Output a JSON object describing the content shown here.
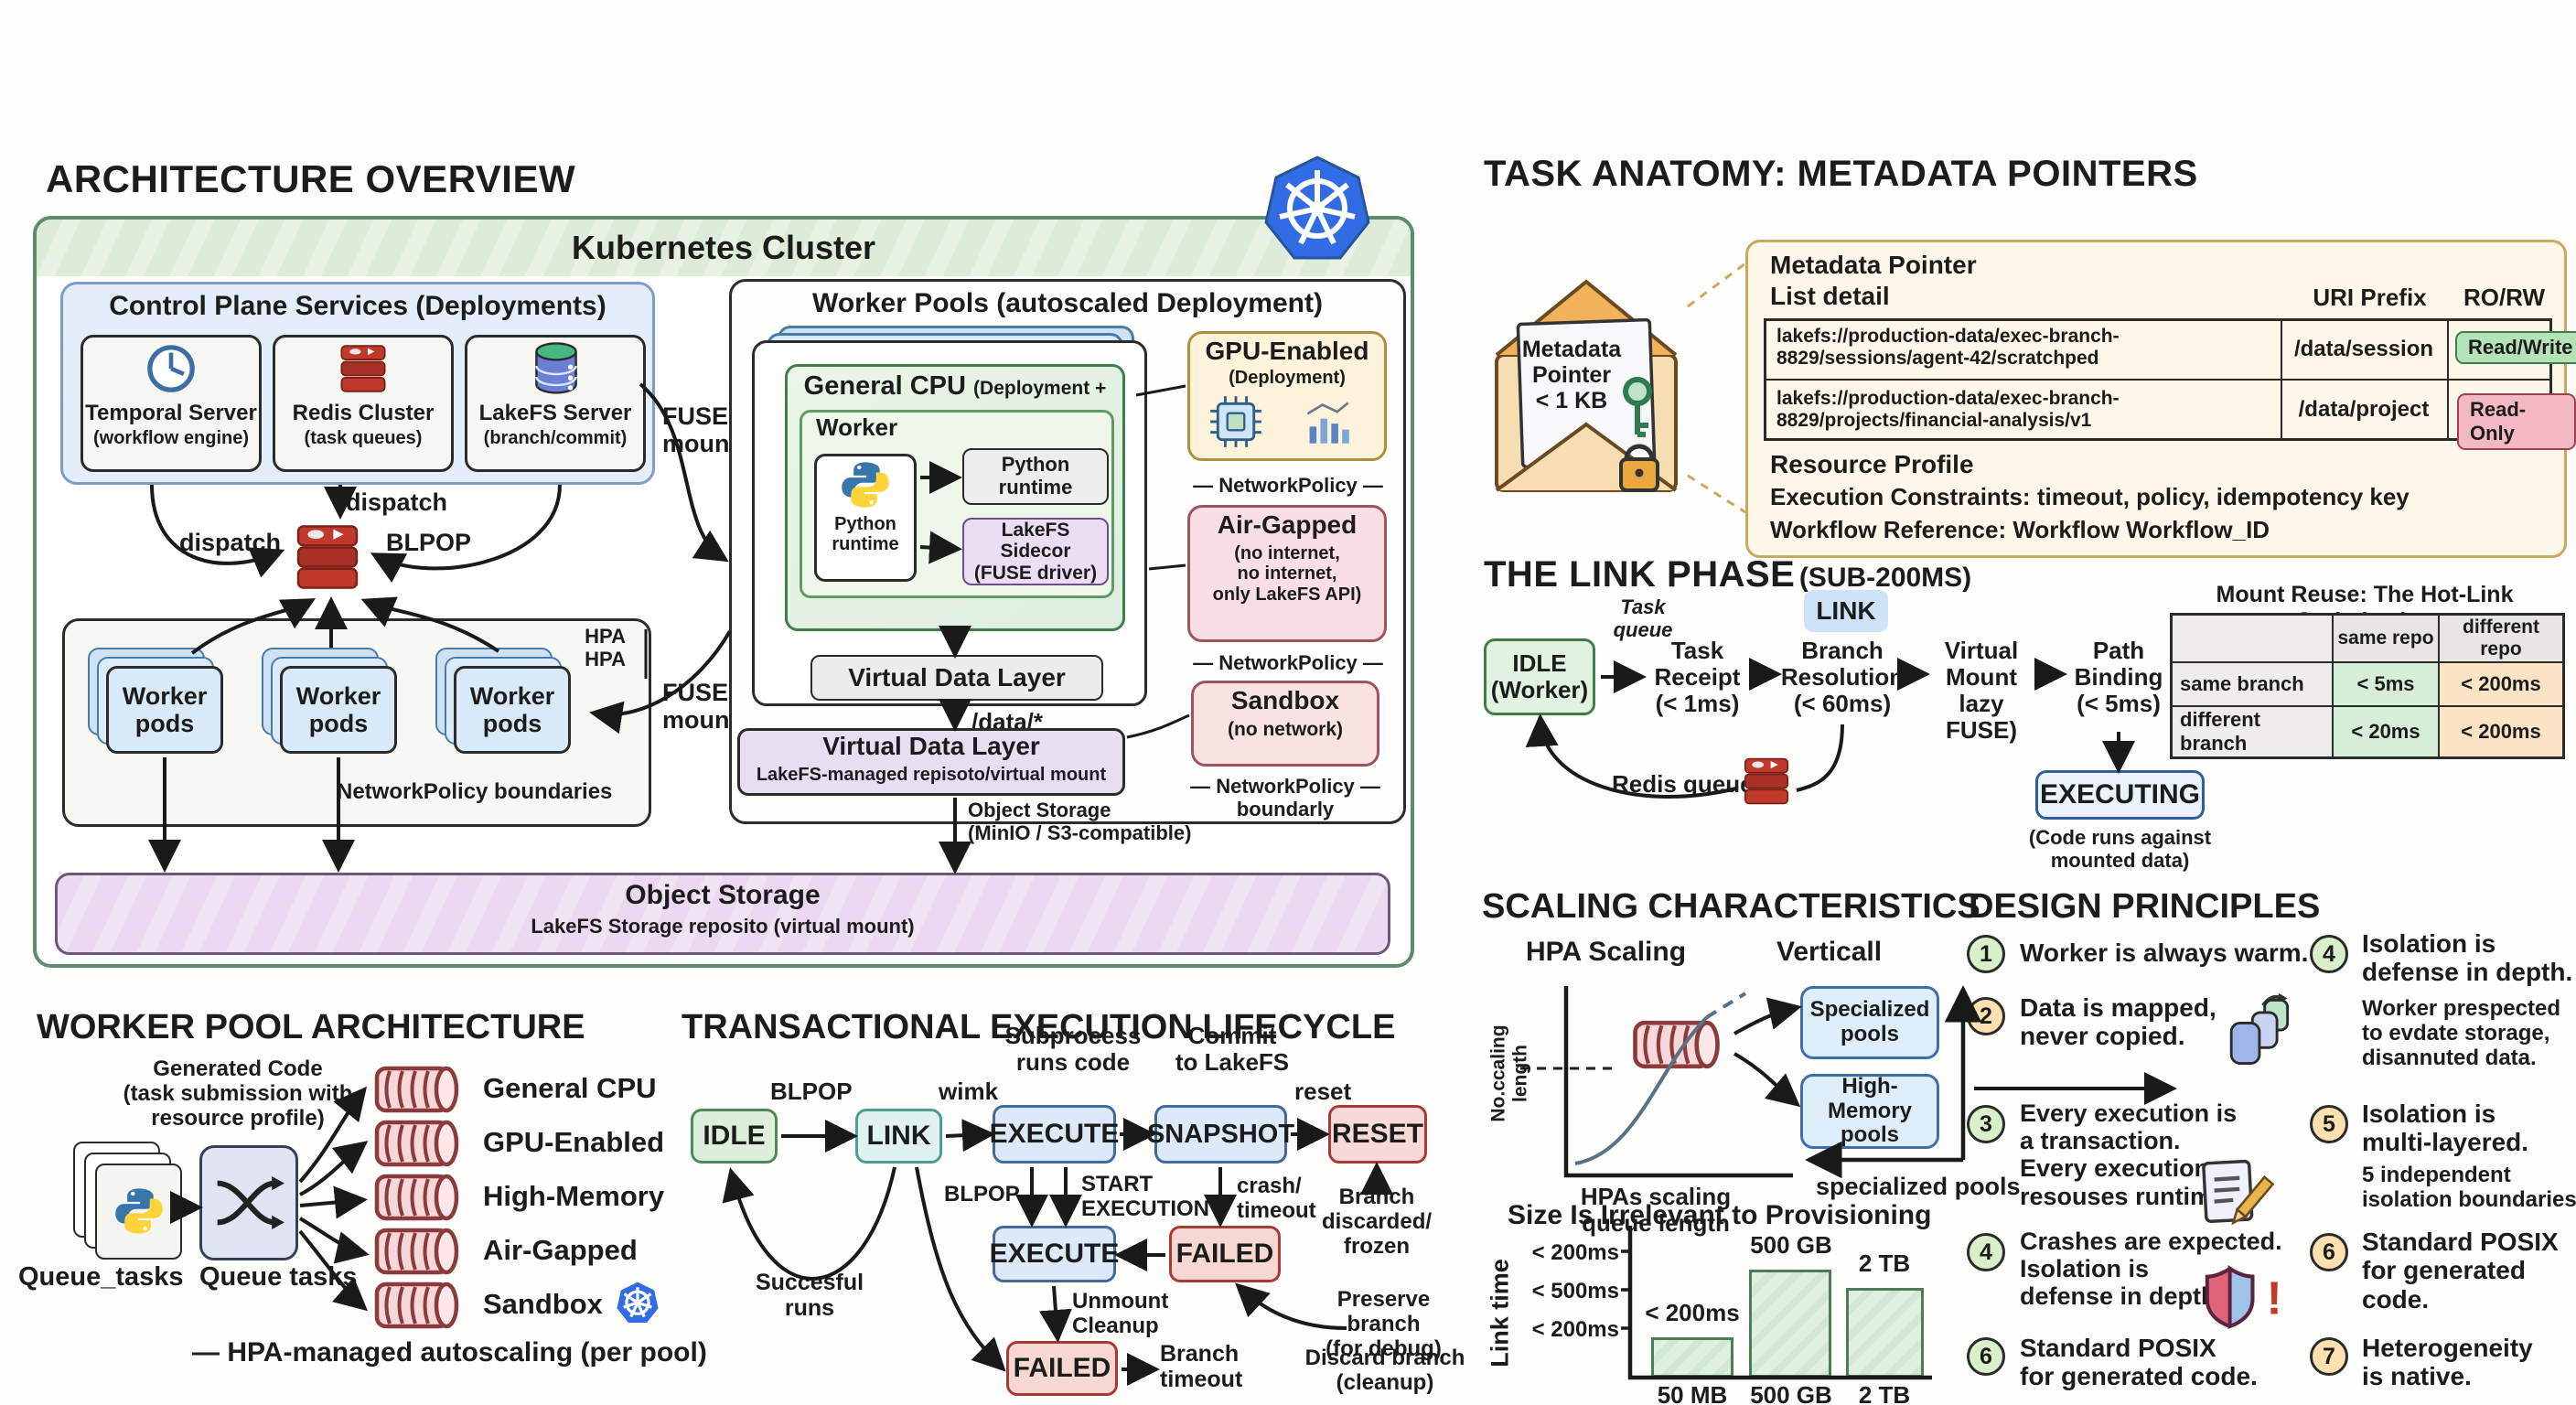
{
  "arch": {
    "title": "ARCHITECTURE OVERVIEW",
    "cluster_title": "Kubernetes Cluster",
    "control_plane": {
      "title": "Control Plane Services (Deployments)",
      "cards": [
        {
          "name": "Temporal Server",
          "sub": "(workflow engine)"
        },
        {
          "name": "Redis Cluster",
          "sub": "(task queues)"
        },
        {
          "name": "LakeFS Server",
          "sub": "(branch/commit)"
        }
      ]
    },
    "dispatch_top": "dispatch",
    "dispatch_left": "dispatch",
    "blpop": "BLPOP",
    "fuse_top": "FUSE\nmount",
    "fuse_bottom": "FUSE\nmount",
    "pods_group": {
      "hpa": "HPA\nHPA",
      "pods": [
        "Worker\npods",
        "Worker\npods",
        "Worker\npods"
      ],
      "boundary": "NetworkPolicy boundaries"
    },
    "pools": {
      "title": "Worker Pools (autoscaled Deployment)",
      "general_cpu_title": "General CPU",
      "general_cpu_sub": "(Deployment + HPA)",
      "worker_title": "Worker",
      "python_card": "Python\nruntime",
      "python_box": "Python\nruntime",
      "sidecar_box": "LakeFS Sidecor\n(FUSE driver)",
      "vdl_inner": "Virtual Data Layer",
      "data_path": "/data/*",
      "vdl_title": "Virtual Data Layer",
      "vdl_sub": "LakeFS-managed repisoto/virtual mount",
      "object_label": "Object Storage\n(MinIO / S3-compatible)",
      "gpu_title": "GPU-Enabled",
      "gpu_sub": "(Deployment)",
      "np1": "— NetworkPolicy —",
      "air_title": "Air-Gapped",
      "air_sub": "(no internet,\nno internet,\nonly LakeFS API)",
      "np2": "— NetworkPolicy —",
      "sandbox_title": "Sandbox",
      "sandbox_sub": "(no network)",
      "np3": "— NetworkPolicy —\nboundarly"
    },
    "storage_title": "Object Storage",
    "storage_sub": "LakeFS Storage reposito (virtual mount)"
  },
  "pool_arch": {
    "title": "WORKER POOL ARCHITECTURE",
    "gen_code": "Generated Code\n(task submission with\nresource profile)",
    "queue_tasks_file": "Queue_tasks",
    "queue_tasks_router": "Queue tasks",
    "queues": [
      "General CPU",
      "GPU-Enabled",
      "High-Memory",
      "Air-Gapped",
      "Sandbox"
    ],
    "footer": "— HPA-managed autoscaling (per pool)"
  },
  "lifecycle": {
    "title": "TRANSACTIONAL EXECUTION LIFECYCLE",
    "idle": "IDLE",
    "link": "LINK",
    "execute1": "EXECUTE",
    "snapshot": "SNAPSHOT",
    "reset": "RESET",
    "execute2": "EXECUTE",
    "failed1": "FAILED",
    "failed2": "FAILED",
    "blpop1": "BLPOP",
    "wimk": "wimk",
    "subprocess": "Subprocess\nruns code",
    "commit": "Commit\nto LakeFS",
    "reset_lbl": "reset",
    "blpop2": "BLPOP",
    "start_exec": "START\nEXECUTION",
    "crash": "crash/\ntimeout",
    "unmount": "Unmount\nCleanup",
    "branch_timeout": "Branch\ntimeout",
    "successful": "Succesful\nruns",
    "discarded": "Branch\ndiscarded/\nfrozen",
    "preserve": "Preserve branch\n(for debug)",
    "discard": "Discard branch\n(cleanup)"
  },
  "anatomy": {
    "title": "TASK ANATOMY: METADATA POINTERS",
    "envelope": "Metadata\nPointer\n< 1 KB",
    "header": "Metadata Pointer",
    "list_detail": "List detail",
    "uri_prefix": "URI Prefix",
    "rorw": "RO/RW",
    "rows": [
      {
        "uri": "lakefs://production-data/exec-branch-\n8829/sessions/agent-42/scratchped",
        "prefix": "/data/session",
        "badge": "Read/Write"
      },
      {
        "uri": "lakefs://production-data/exec-branch-\n8829/projects/financial-analysis/v1",
        "prefix": "/data/project",
        "badge": "Read-Only"
      }
    ],
    "resource": "Resource Profile",
    "constraints": "Execution Constraints: timeout, policy, idempotency key",
    "workflow": "Workflow Reference: Workflow Workflow_ID"
  },
  "linkphase": {
    "title": "THE LINK PHASE",
    "title_sub": "(SUB-200MS)",
    "idle": "IDLE\n(Worker)",
    "task_queue": "Task\nqueue",
    "step1": "Task\nReceipt\n(< 1ms)",
    "step2": "Branch\nResolution\n(< 60ms)",
    "step3": "Virtual\nMount\nlazy FUSE)",
    "step4": "Path\nBinding\n(< 5ms)",
    "link_badge": "LINK",
    "executing": "EXECUTING",
    "executing_sub": "(Code runs against\nmounted data)",
    "redis_queue": "Redis queue",
    "table": {
      "title": "Mount Reuse: The Hot-Link Optimization",
      "c1": "same repo",
      "c2": "different repo",
      "r1": "same branch",
      "r1v1": "< 5ms",
      "r1v2": "< 200ms",
      "r2": "different branch",
      "r2v1": "< 20ms",
      "r2v2": "< 200ms"
    }
  },
  "scaling": {
    "title": "SCALING CHARACTERISTICS",
    "hpa": "HPA Scaling",
    "vertical": "Verticall",
    "ylabel": "No.ccaling\nlength",
    "xlabel": "HPAs scaling\nqueue length",
    "box1": "Specialized\npools",
    "box2": "High-Memory\npools",
    "spec_label": "specialized pools",
    "size_title": "Size Is Irrelevant to Provisioning",
    "link_time": "Link time",
    "tick1": "< 200ms",
    "tick2": "< 500ms",
    "tick3": "< 200ms",
    "bar1_top": "< 200ms",
    "bar2_top": "500 GB",
    "bar3_top": "2 TB",
    "bar1_x": "50 MB",
    "bar2_x": "500 GB",
    "bar3_x": "2 TB"
  },
  "principles": {
    "title": "DESIGN PRINCIPLES",
    "left": [
      {
        "num": "1",
        "text": "Worker is always warm."
      },
      {
        "num": "2",
        "text": "Data is mapped,\nnever copied."
      },
      {
        "num": "3",
        "text": "Every execution is\na transaction.\nEvery execution\nresouses runtime."
      },
      {
        "num": "4",
        "text": "Crashes are expected.\nIsolation is\ndefense in depth."
      },
      {
        "num": "6",
        "text": "Standard POSIX\nfor generated code."
      }
    ],
    "right": [
      {
        "num": "4",
        "text": "Isolation is\ndefense in depth.",
        "sub": "Worker prespected\nto evdate storage,\ndisannuted data."
      },
      {
        "num": "5",
        "text": "Isolation is\nmulti-layered.",
        "sub": "5 independent\nisolation boundaries."
      },
      {
        "num": "6",
        "text": "Standard POSIX\nfor generated\ncode."
      },
      {
        "num": "7",
        "text": "Heterogeneity\nis native."
      }
    ]
  }
}
